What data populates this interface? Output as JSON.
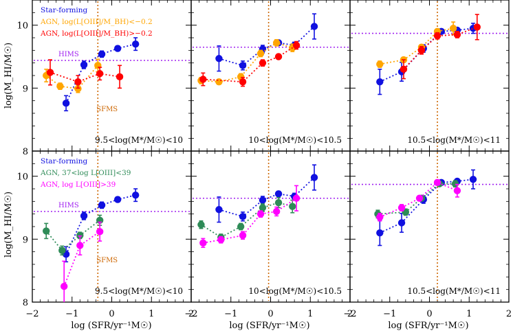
{
  "figure": {
    "ylabel": "log(M_HI/M☉)",
    "xlabel": "log (SFR/yr⁻¹M☉)",
    "x_ticks": [
      "−2",
      "−1",
      "0",
      "1",
      "2"
    ],
    "y_ticks": [
      "8",
      "9",
      "10"
    ],
    "colors": {
      "star_forming": "#1010e0",
      "agn_low": "#ffa500",
      "agn_high": "#ff0000",
      "agn_37_39": "#2e8b57",
      "agn_gt39": "#ff00ff",
      "hims": "#a020f0",
      "sfms": "#cd6600"
    }
  },
  "chart_data": [
    {
      "type": "scatter",
      "row": 0,
      "col": 0,
      "panel_label": "9.5<log(M*/M☉)<10",
      "xlim": [
        -2,
        2
      ],
      "ylim": [
        8,
        10.4
      ],
      "hims": 9.44,
      "sfms": -0.35,
      "hims_label": "HIMS",
      "sfms_label": "SFMS",
      "legend": [
        "Star-forming",
        "AGN, log(L[OIII]/M_BH)<−0.2",
        "AGN, log(L[OIII]/M_BH)>−0.2"
      ],
      "series": [
        {
          "name": "Star-forming",
          "color": "star_forming",
          "x": [
            -1.15,
            -0.7,
            -0.25,
            0.15,
            0.6
          ],
          "y": [
            8.76,
            9.37,
            9.54,
            9.63,
            9.7
          ],
          "err": [
            0.12,
            0.06,
            0.05,
            0.04,
            0.1
          ]
        },
        {
          "name": "AGN, log(L[OIII]/M_BH)<−0.2",
          "color": "agn_low",
          "x": [
            -1.65,
            -1.3,
            -0.85,
            -0.35
          ],
          "y": [
            9.2,
            9.03,
            8.99,
            9.36
          ],
          "err": [
            0.1,
            0.05,
            0.06,
            0.1
          ]
        },
        {
          "name": "AGN, log(L[OIII]/M_BH)>−0.2",
          "color": "agn_high",
          "x": [
            -1.55,
            -0.85,
            -0.3,
            0.2
          ],
          "y": [
            9.25,
            9.1,
            9.23,
            9.18
          ],
          "err": [
            0.2,
            0.1,
            0.1,
            0.18
          ]
        }
      ]
    },
    {
      "type": "scatter",
      "row": 0,
      "col": 1,
      "panel_label": "10<log(M*/M☉)<10.5",
      "xlim": [
        -2,
        2
      ],
      "ylim": [
        8,
        10.4
      ],
      "hims": 9.65,
      "sfms": -0.05,
      "series": [
        {
          "name": "Star-forming",
          "color": "star_forming",
          "x": [
            -1.3,
            -0.7,
            -0.2,
            0.2,
            0.6,
            1.1
          ],
          "y": [
            9.47,
            9.36,
            9.62,
            9.72,
            9.68,
            9.98
          ],
          "err": [
            0.2,
            0.07,
            0.06,
            0.04,
            0.05,
            0.2
          ]
        },
        {
          "name": "AGN, log(L[OIII]/M_BH)<−0.2",
          "color": "agn_low",
          "x": [
            -1.75,
            -1.3,
            -0.75,
            -0.25,
            0.15,
            0.55
          ],
          "y": [
            9.12,
            9.1,
            9.18,
            9.55,
            9.72,
            9.64
          ],
          "err": [
            0.05,
            0.04,
            0.05,
            0.05,
            0.05,
            0.06
          ]
        },
        {
          "name": "AGN, log(L[OIII]/M_BH)>−0.2",
          "color": "agn_high",
          "x": [
            -1.7,
            -0.7,
            -0.2,
            0.2,
            0.65
          ],
          "y": [
            9.14,
            9.1,
            9.4,
            9.5,
            9.68
          ],
          "err": [
            0.1,
            0.07,
            0.05,
            0.04,
            0.06
          ]
        }
      ]
    },
    {
      "type": "scatter",
      "row": 0,
      "col": 2,
      "panel_label": "10.5<log(M*/M☉)<11",
      "xlim": [
        -2,
        2
      ],
      "ylim": [
        8,
        10.4
      ],
      "hims": 9.87,
      "sfms": 0.2,
      "series": [
        {
          "name": "Star-forming",
          "color": "star_forming",
          "x": [
            -1.25,
            -0.7,
            -0.15,
            0.3,
            0.7,
            1.1
          ],
          "y": [
            9.1,
            9.26,
            9.63,
            9.9,
            9.92,
            9.95
          ],
          "err": [
            0.2,
            0.15,
            0.06,
            0.03,
            0.03,
            0.08
          ]
        },
        {
          "name": "AGN, log(L[OIII]/M_BH)<−0.2",
          "color": "agn_low",
          "x": [
            -1.25,
            -0.65,
            -0.2,
            0.2,
            0.6
          ],
          "y": [
            9.38,
            9.45,
            9.65,
            9.9,
            9.95
          ],
          "err": [
            0.05,
            0.04,
            0.04,
            0.04,
            0.1
          ]
        },
        {
          "name": "AGN, log(L[OIII]/M_BH)>−0.2",
          "color": "agn_high",
          "x": [
            -0.65,
            -0.2,
            0.2,
            0.7,
            1.2
          ],
          "y": [
            9.3,
            9.6,
            9.83,
            9.85,
            9.97
          ],
          "err": [
            0.15,
            0.06,
            0.05,
            0.05,
            0.2
          ]
        }
      ]
    },
    {
      "type": "scatter",
      "row": 1,
      "col": 0,
      "panel_label": "9.5<log(M*/M☉)<10",
      "xlim": [
        -2,
        2
      ],
      "ylim": [
        8,
        10.4
      ],
      "hims": 9.44,
      "sfms": -0.35,
      "hims_label": "HIMS",
      "sfms_label": "SFMS",
      "legend": [
        "Star-forming",
        "AGN, 37<log L[OIII]<39",
        "AGN, log L[OIII]>39"
      ],
      "series": [
        {
          "name": "Star-forming",
          "color": "star_forming",
          "x": [
            -1.15,
            -0.7,
            -0.25,
            0.15,
            0.6
          ],
          "y": [
            8.76,
            9.37,
            9.54,
            9.63,
            9.7
          ],
          "err": [
            0.12,
            0.06,
            0.05,
            0.04,
            0.1
          ]
        },
        {
          "name": "AGN, 37<log L[OIII]<39",
          "color": "agn_37_39",
          "x": [
            -1.65,
            -1.25,
            -0.8,
            -0.3
          ],
          "y": [
            9.13,
            8.82,
            9.06,
            9.3
          ],
          "err": [
            0.12,
            0.07,
            0.05,
            0.08
          ]
        },
        {
          "name": "AGN, log L[OIII]>39",
          "color": "agn_gt39",
          "x": [
            -1.2,
            -0.8,
            -0.3
          ],
          "y": [
            8.25,
            8.9,
            9.12
          ],
          "err": [
            0.4,
            0.15,
            0.15
          ]
        }
      ]
    },
    {
      "type": "scatter",
      "row": 1,
      "col": 1,
      "panel_label": "10<log(M*/M☉)<10.5",
      "xlim": [
        -2,
        2
      ],
      "ylim": [
        8,
        10.4
      ],
      "hims": 9.65,
      "sfms": -0.05,
      "series": [
        {
          "name": "Star-forming",
          "color": "star_forming",
          "x": [
            -1.3,
            -0.7,
            -0.2,
            0.2,
            0.6,
            1.1
          ],
          "y": [
            9.47,
            9.36,
            9.62,
            9.72,
            9.68,
            9.98
          ],
          "err": [
            0.2,
            0.07,
            0.06,
            0.04,
            0.05,
            0.2
          ]
        },
        {
          "name": "AGN, 37<log L[OIII]<39",
          "color": "agn_37_39",
          "x": [
            -1.75,
            -1.25,
            -0.75,
            -0.2,
            0.2,
            0.55
          ],
          "y": [
            9.23,
            9.03,
            9.2,
            9.5,
            9.58,
            9.52
          ],
          "err": [
            0.06,
            0.05,
            0.05,
            0.06,
            0.08,
            0.1
          ]
        },
        {
          "name": "AGN, log L[OIII]>39",
          "color": "agn_gt39",
          "x": [
            -1.7,
            -1.25,
            -0.7,
            -0.25,
            0.15,
            0.65
          ],
          "y": [
            8.94,
            8.99,
            9.06,
            9.4,
            9.44,
            9.65
          ],
          "err": [
            0.07,
            0.05,
            0.06,
            0.05,
            0.07,
            0.2
          ]
        }
      ]
    },
    {
      "type": "scatter",
      "row": 1,
      "col": 2,
      "panel_label": "10.5<log(M*/M☉)<11",
      "xlim": [
        -2,
        2
      ],
      "ylim": [
        8,
        10.4
      ],
      "hims": 9.87,
      "sfms": 0.2,
      "series": [
        {
          "name": "Star-forming",
          "color": "star_forming",
          "x": [
            -1.25,
            -0.7,
            -0.15,
            0.3,
            0.7,
            1.1
          ],
          "y": [
            9.1,
            9.26,
            9.63,
            9.9,
            9.92,
            9.95
          ],
          "err": [
            0.2,
            0.15,
            0.06,
            0.03,
            0.03,
            0.15
          ]
        },
        {
          "name": "AGN, 37<log L[OIII]<39",
          "color": "agn_37_39",
          "x": [
            -1.3,
            -0.6,
            -0.2,
            0.25,
            0.65
          ],
          "y": [
            9.4,
            9.43,
            9.65,
            9.88,
            9.88
          ],
          "err": [
            0.06,
            0.05,
            0.04,
            0.04,
            0.05
          ]
        },
        {
          "name": "AGN, log L[OIII]>39",
          "color": "agn_gt39",
          "x": [
            -1.25,
            -0.7,
            -0.25,
            0.2,
            0.7
          ],
          "y": [
            9.35,
            9.5,
            9.65,
            9.9,
            9.77
          ],
          "err": [
            0.06,
            0.05,
            0.04,
            0.04,
            0.1
          ]
        }
      ]
    }
  ]
}
